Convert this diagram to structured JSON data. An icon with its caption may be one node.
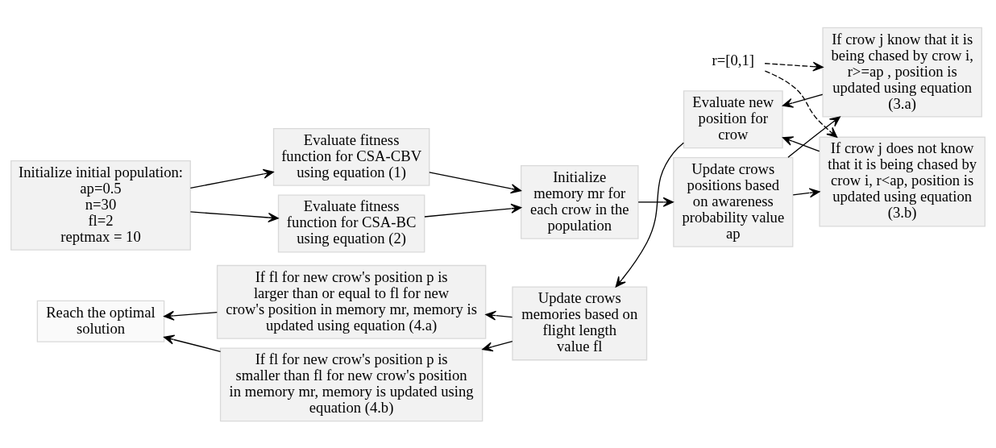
{
  "diagram": {
    "nodes": [
      {
        "text": [
          "Initialize initial population:",
          "ap=0.5",
          "n=30",
          "fl=2",
          "reptmax = 10"
        ]
      },
      {
        "text": [
          "Evaluate fitness function for CSA-CBV using equation (1)"
        ]
      },
      {
        "text": [
          "Evaluate fitness function for CSA-BC using equation (2)"
        ]
      },
      {
        "text": [
          "Initialize memory mr for each crow in the population"
        ]
      },
      {
        "text": [
          "Update crows positions based on awareness probability value ap"
        ]
      },
      {
        "text": [
          "If crow j know that it is being chased by crow i, r>=ap , position is updated using equation (3.a)"
        ]
      },
      {
        "text": [
          "If crow j does not know that it is being chased by crow i, r<ap, position is updated using equation (3.b)"
        ]
      },
      {
        "text": [
          "r=[0,1]"
        ]
      },
      {
        "text": [
          "Evaluate new position for crow"
        ]
      },
      {
        "text": [
          "Update crows memories based on flight length value fl"
        ]
      },
      {
        "text": [
          "If fl for new crow's position p is larger than or equal to fl for new crow's position in memory mr, memory is updated using equation (4.a)"
        ]
      },
      {
        "text": [
          "If fl for new crow's position p is smaller than fl for new crow's position in memory mr, memory is updated using equation (4.b)"
        ]
      },
      {
        "text": [
          "Reach the optimal solution"
        ]
      }
    ],
    "edges": [
      {
        "from": 0,
        "to": 1,
        "arrow": "to"
      },
      {
        "from": 0,
        "to": 2,
        "arrow": "to"
      },
      {
        "from": 1,
        "to": 3,
        "arrow": "to"
      },
      {
        "from": 2,
        "to": 3,
        "arrow": "to"
      },
      {
        "from": 3,
        "to": 4,
        "arrow": "to"
      },
      {
        "from": 4,
        "to": 5,
        "arrow": "to"
      },
      {
        "from": 4,
        "to": 6,
        "arrow": "to"
      },
      {
        "from": 7,
        "to": 5,
        "arrow": "to",
        "style": "dashed"
      },
      {
        "from": 7,
        "to": 6,
        "arrow": "to",
        "style": "dashed"
      },
      {
        "from": 5,
        "to": 8,
        "arrow": "to"
      },
      {
        "from": 6,
        "to": 8,
        "arrow": "to"
      },
      {
        "from": 8,
        "to": 9,
        "arrow": "to"
      },
      {
        "from": 9,
        "to": 10,
        "arrow": "to"
      },
      {
        "from": 9,
        "to": 11,
        "arrow": "to"
      },
      {
        "from": 10,
        "to": 12,
        "arrow": "to"
      },
      {
        "from": 11,
        "to": 12,
        "arrow": "to"
      }
    ]
  }
}
